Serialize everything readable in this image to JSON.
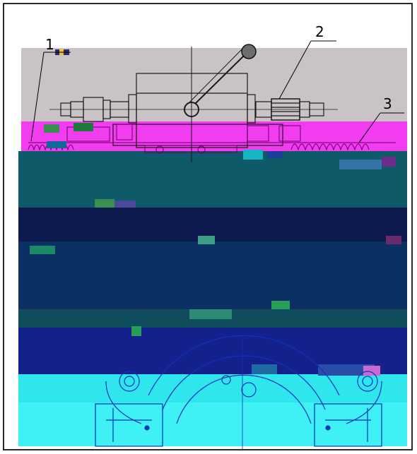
{
  "figure": {
    "callouts": [
      {
        "id": "callout-1",
        "text": "1"
      },
      {
        "id": "callout-2",
        "text": "2"
      },
      {
        "id": "callout-3",
        "text": "3"
      }
    ]
  },
  "colors": {
    "frame": "#2b2b2b",
    "gray_band": "#c9c3c6",
    "magenta_band": "#f13cf0",
    "teal_band": "#0e5a68",
    "dark_navy_band": "#0c1a4e",
    "mid_navy_band": "#0b3162",
    "blue_band": "#14208c",
    "cyan_band": "#2ee6ec",
    "cyan_light_band": "#3ff0f4",
    "line_dark": "#1a1a1a",
    "line_magenta": "#b000b0",
    "line_blue": "#1030c0"
  }
}
